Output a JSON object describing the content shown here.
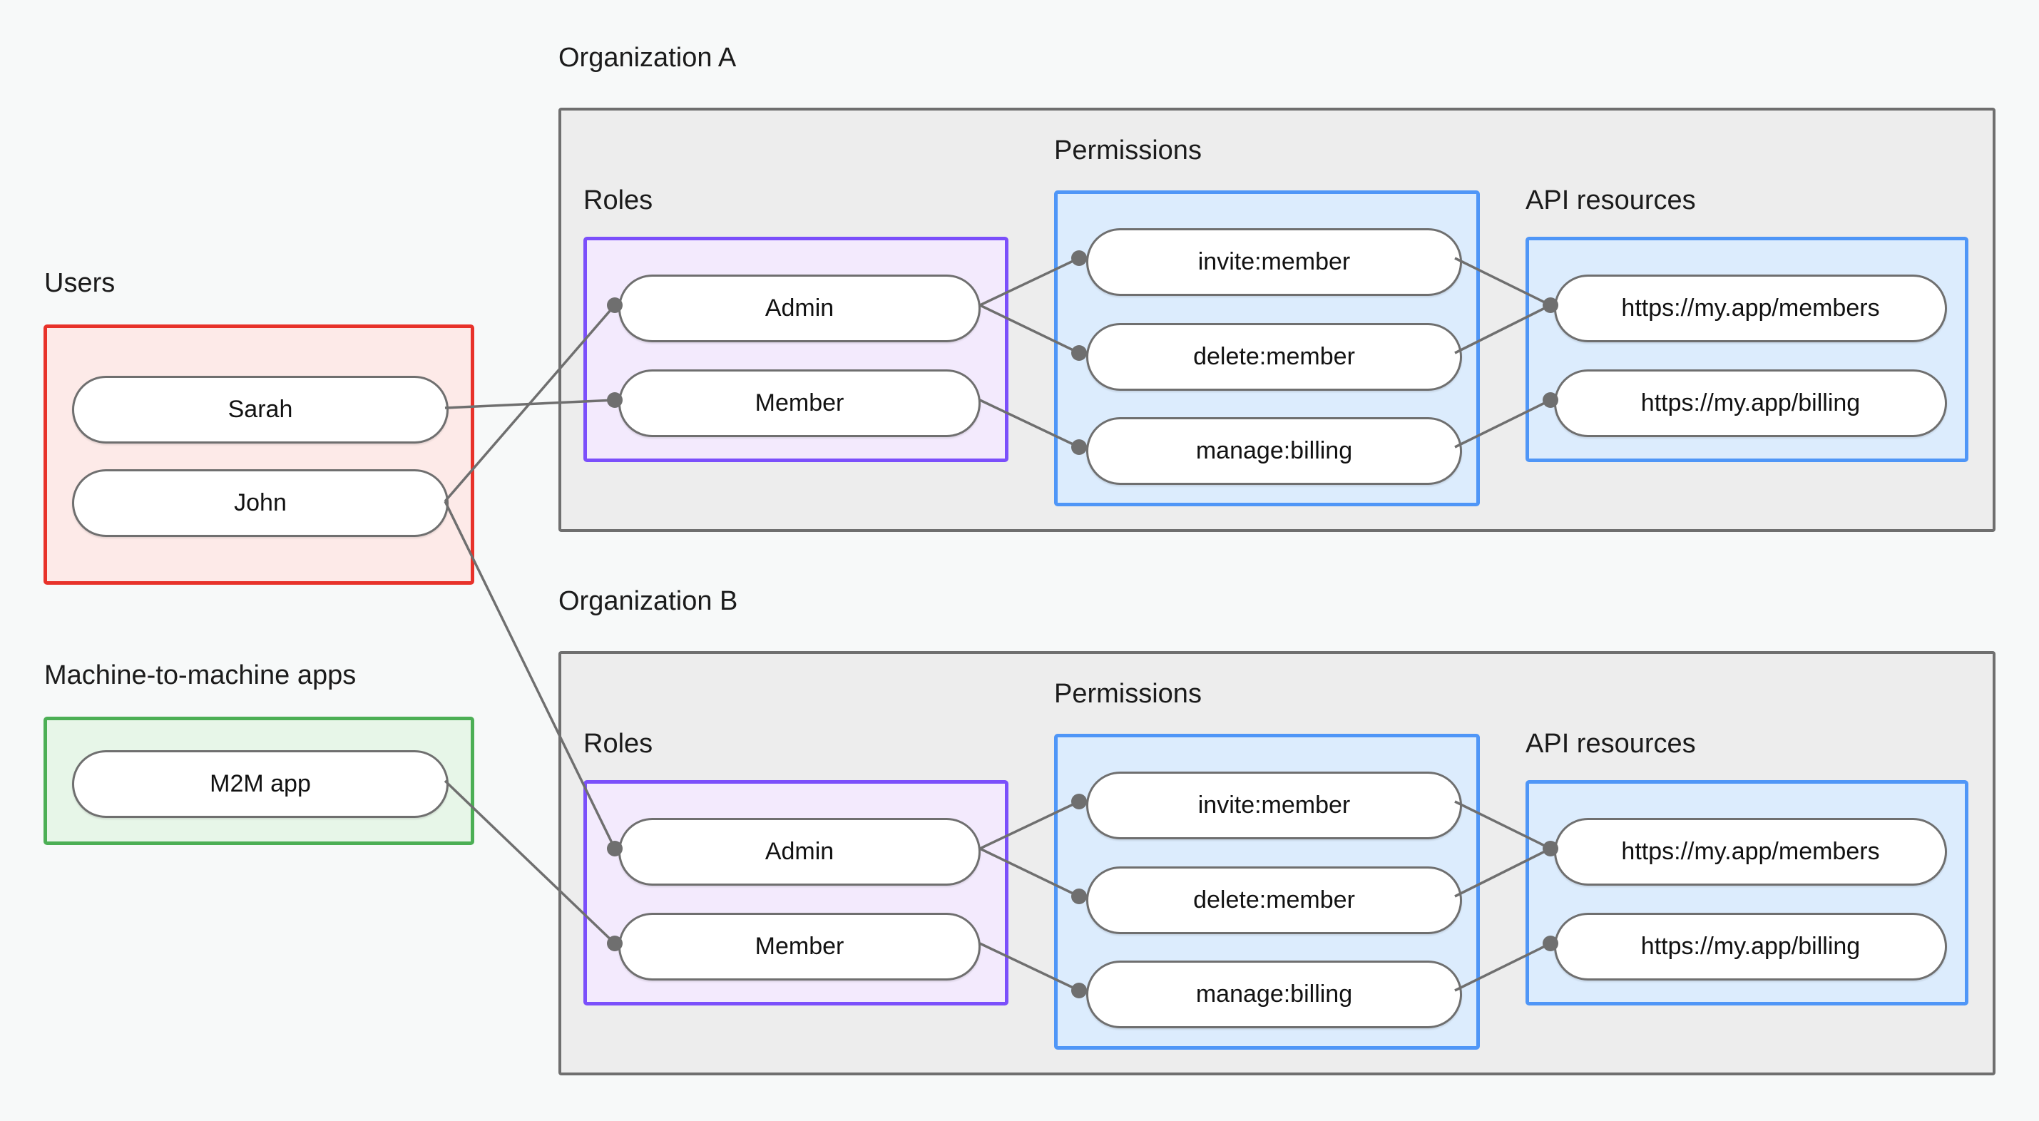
{
  "diagram": {
    "title_groups": {
      "users": "Users",
      "m2m": "Machine-to-machine apps",
      "org_a": "Organization A",
      "org_b": "Organization B"
    },
    "section_labels": {
      "roles": "Roles",
      "permissions": "Permissions",
      "api_resources": "API resources"
    },
    "users": [
      "Sarah",
      "John"
    ],
    "m2m_apps": [
      "M2M app"
    ],
    "org_a": {
      "name": "Organization A",
      "roles": [
        "Admin",
        "Member"
      ],
      "permissions": [
        "invite:member",
        "delete:member",
        "manage:billing"
      ],
      "api_resources": [
        "https://my.app/members",
        "https://my.app/billing"
      ]
    },
    "org_b": {
      "name": "Organization B",
      "roles": [
        "Admin",
        "Member"
      ],
      "permissions": [
        "invite:member",
        "delete:member",
        "manage:billing"
      ],
      "api_resources": [
        "https://my.app/members",
        "https://my.app/billing"
      ]
    },
    "colors": {
      "background": "#f7f9f9",
      "users_border": "#e8322a",
      "users_fill": "#fdeae8",
      "m2m_border": "#4caf55",
      "m2m_fill": "#e7f6e8",
      "roles_border": "#7b4ffb",
      "roles_fill": "#f3eafd",
      "permissions_border": "#4f96f7",
      "permissions_fill": "#dcecfd",
      "api_border": "#4f96f7",
      "api_fill": "#dcecfd",
      "org_border": "#6f6f6f",
      "org_fill": "#ededed",
      "node_border": "#6f6f6f",
      "node_fill": "#ffffff",
      "edge": "#6f6f6f",
      "text": "#121212"
    },
    "connections": [
      {
        "from": "Sarah",
        "to": "Organization A / Member"
      },
      {
        "from": "John",
        "to": "Organization A / Admin"
      },
      {
        "from": "John",
        "to": "Organization B / Admin"
      },
      {
        "from": "M2M app",
        "to": "Organization B / Member"
      },
      {
        "from": "Organization A / Admin",
        "to": "Organization A / invite:member"
      },
      {
        "from": "Organization A / Admin",
        "to": "Organization A / delete:member"
      },
      {
        "from": "Organization A / Member",
        "to": "Organization A / manage:billing"
      },
      {
        "from": "Organization A / invite:member",
        "to": "Organization A / https://my.app/members"
      },
      {
        "from": "Organization A / delete:member",
        "to": "Organization A / https://my.app/members"
      },
      {
        "from": "Organization A / manage:billing",
        "to": "Organization A / https://my.app/billing"
      },
      {
        "from": "Organization B / Admin",
        "to": "Organization B / invite:member"
      },
      {
        "from": "Organization B / Admin",
        "to": "Organization B / delete:member"
      },
      {
        "from": "Organization B / Member",
        "to": "Organization B / manage:billing"
      },
      {
        "from": "Organization B / invite:member",
        "to": "Organization B / https://my.app/members"
      },
      {
        "from": "Organization B / delete:member",
        "to": "Organization B / https://my.app/members"
      },
      {
        "from": "Organization B / manage:billing",
        "to": "Organization B / https://my.app/billing"
      }
    ]
  }
}
